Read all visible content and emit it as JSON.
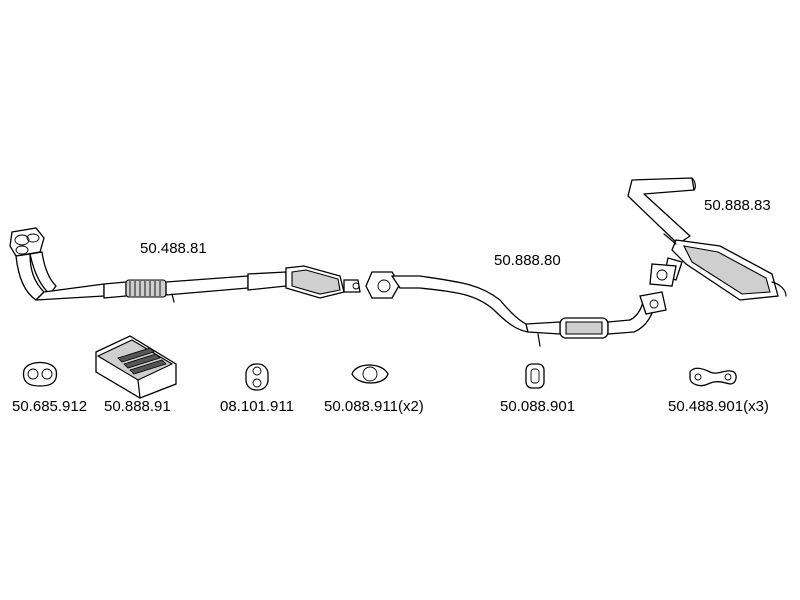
{
  "assembly": {
    "front_pipe": "50.488.81",
    "mid_pipe": "50.888.80",
    "rear_silencer": "50.888.83"
  },
  "parts": {
    "gasket_front": "50.685.912",
    "mounting_kit": "50.888.91",
    "rubber_mount": "08.101.911",
    "gasket_flange": "50.088.911(x2)",
    "rubber_hanger": "50.088.901",
    "rubber_strap": "50.488.901(x3)"
  }
}
